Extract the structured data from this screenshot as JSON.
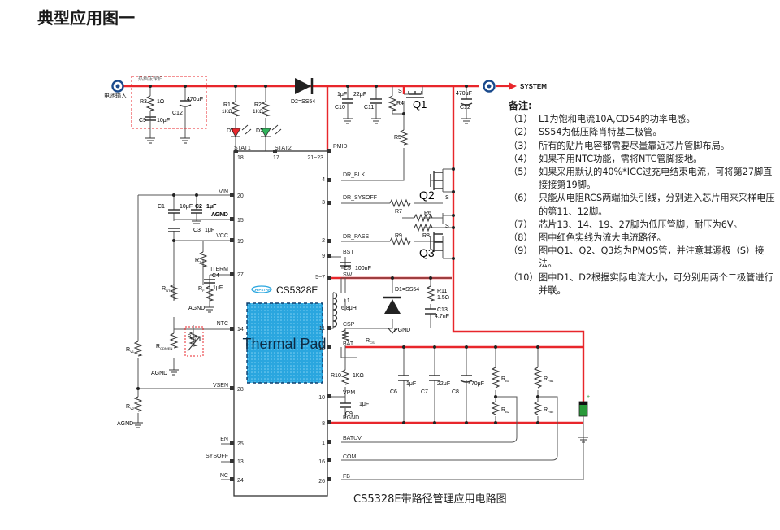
{
  "heading": "典型应用图一",
  "caption": "CS5328E带路径管理应用电路图",
  "chip": {
    "name": "CS5328E",
    "logo": "CHIPSTAR",
    "pad": "Thermal Pad"
  },
  "nets": {
    "input": "电池输入",
    "system": "SYSTEM",
    "protect": "热插拔保护",
    "agnd": "AGND",
    "pgnd": "PGND"
  },
  "pins_left": [
    {
      "name": "VIN",
      "num": "20"
    },
    {
      "name": "AGND",
      "num": "15"
    },
    {
      "name": "VCC",
      "num": "19"
    },
    {
      "name": "ITERM",
      "num": "27"
    },
    {
      "name": "NTC",
      "num": "14"
    },
    {
      "name": "VSEN",
      "num": "28"
    },
    {
      "name": "EN",
      "num": "25"
    },
    {
      "name": "SYSOFF",
      "num": "13"
    },
    {
      "name": "NC",
      "num": "24"
    }
  ],
  "pins_right": [
    {
      "name": "PMID",
      "num": "21~23"
    },
    {
      "name": "DR_BLK",
      "num": "4"
    },
    {
      "name": "DR_SYSOFF",
      "num": "3"
    },
    {
      "name": "DR_PASS",
      "num": "2"
    },
    {
      "name": "BST",
      "num": "9"
    },
    {
      "name": "SW",
      "num": "5~7"
    },
    {
      "name": "CSP",
      "num": "11"
    },
    {
      "name": "BAT",
      "num": "12"
    },
    {
      "name": "VPM",
      "num": "10"
    },
    {
      "name": "PGND",
      "num": "8"
    },
    {
      "name": "BATUV",
      "num": "1"
    },
    {
      "name": "COM",
      "num": "16"
    },
    {
      "name": "FB",
      "num": "26"
    }
  ],
  "pins_top": [
    {
      "name": "STAT1",
      "num": "18"
    },
    {
      "name": "STAT2",
      "num": "17"
    }
  ],
  "components": {
    "r3": "R3",
    "r3_val": "1Ω",
    "c12a_val": "470μF",
    "c12a": "C12",
    "c9a": "C9",
    "c9a_val": "10μF",
    "r1": "R1",
    "r1_val": "1KΩ",
    "r2": "R2",
    "r2_val": "1KΩ",
    "d1": "D1",
    "d2": "D2",
    "d2_top": "D2=SS54",
    "c10_val": "1μF",
    "c10": "C10",
    "c11_val": "22μF",
    "c11": "C11",
    "r4": "R4",
    "q1": "Q1",
    "s": "S",
    "c12b_val": "470μF",
    "c12b": "C12",
    "r5": "R5",
    "q2": "Q2",
    "q3": "Q3",
    "r6": "R6",
    "r7": "R7",
    "r8": "R8",
    "r9": "R9",
    "c1": "C1",
    "c1_val": "10μF",
    "c2": "C2",
    "c2_val": "1μF",
    "c3": "C3",
    "c3_val": "1μF",
    "c4": "C4",
    "c4_val": "1μF",
    "rt": "R",
    "rt_sub": "T",
    "rf": "R",
    "rf_sub": "F",
    "rnt": "R",
    "rnt_sub": "NT",
    "rntc": "R",
    "rntc_sub": "CDN/EN",
    "rntcx": "R",
    "rntcx_sub": "NTC",
    "rv1": "R",
    "rv1_sub": "V1",
    "rv2": "R",
    "rv2_sub": "V2",
    "c5": "C5",
    "c5_val": "100nF",
    "l1": "L1",
    "l1_val": "6.8μH",
    "d1b": "D1=SS54",
    "r11": "R11",
    "r11_val": "1.5Ω",
    "c13": "C13",
    "c13_val": "4.7nF",
    "rcs": "R",
    "rcs_sub": "CS",
    "r10": "R10",
    "r10_val": "1KΩ",
    "c9b": "C9",
    "c9b_val": "1μF",
    "c6": "C6",
    "c6_val": "1μF",
    "c7": "C7",
    "c7_val": "22μF",
    "c8": "C8",
    "c8_val": "470μF",
    "rb1": "R",
    "rb1_sub": "B1",
    "rb2": "R",
    "rb2_sub": "B2",
    "rfb1": "R",
    "rfb1_sub": "FB1",
    "rfb2": "R",
    "rfb2_sub": "FB2",
    "bat_plus": "+"
  },
  "notes": {
    "title": "备注:",
    "items": [
      {
        "n": "（1）",
        "text": "L1为饱和电流10A,CD54的功率电感。"
      },
      {
        "n": "（2）",
        "text": "SS54为低压降肖特基二极管。"
      },
      {
        "n": "（3）",
        "text": "所有的贴片电容都需要尽量靠近芯片管脚布局。"
      },
      {
        "n": "（4）",
        "text": "如果不用NTC功能，需将NTC管脚接地。"
      },
      {
        "n": "（5）",
        "text": "如果采用默认的40%*ICC过充电结束电流，可将第27脚直接接第19脚。"
      },
      {
        "n": "（6）",
        "text": "只能从电阻RCS两端抽头引线，分别进入芯片用来采样电压的第11、12脚。"
      },
      {
        "n": "（7）",
        "text": "芯片13、14、19、27脚为低压管脚，耐压为6V。"
      },
      {
        "n": "（8）",
        "text": "图中红色实线为流大电流路径。"
      },
      {
        "n": "（9）",
        "text": "图中Q1、Q2、Q3均为PMOS管，并注意其源极（S）接法。"
      },
      {
        "n": "（10）",
        "text": "图中D1、D2根据实际电流大小，可分别用两个二极管进行并联。"
      }
    ]
  },
  "colors": {
    "red": "#e8262b",
    "wire": "#555555",
    "pad": "#27a8e0",
    "green_led": "#2fb35a",
    "battery": "#2a9a3a"
  }
}
